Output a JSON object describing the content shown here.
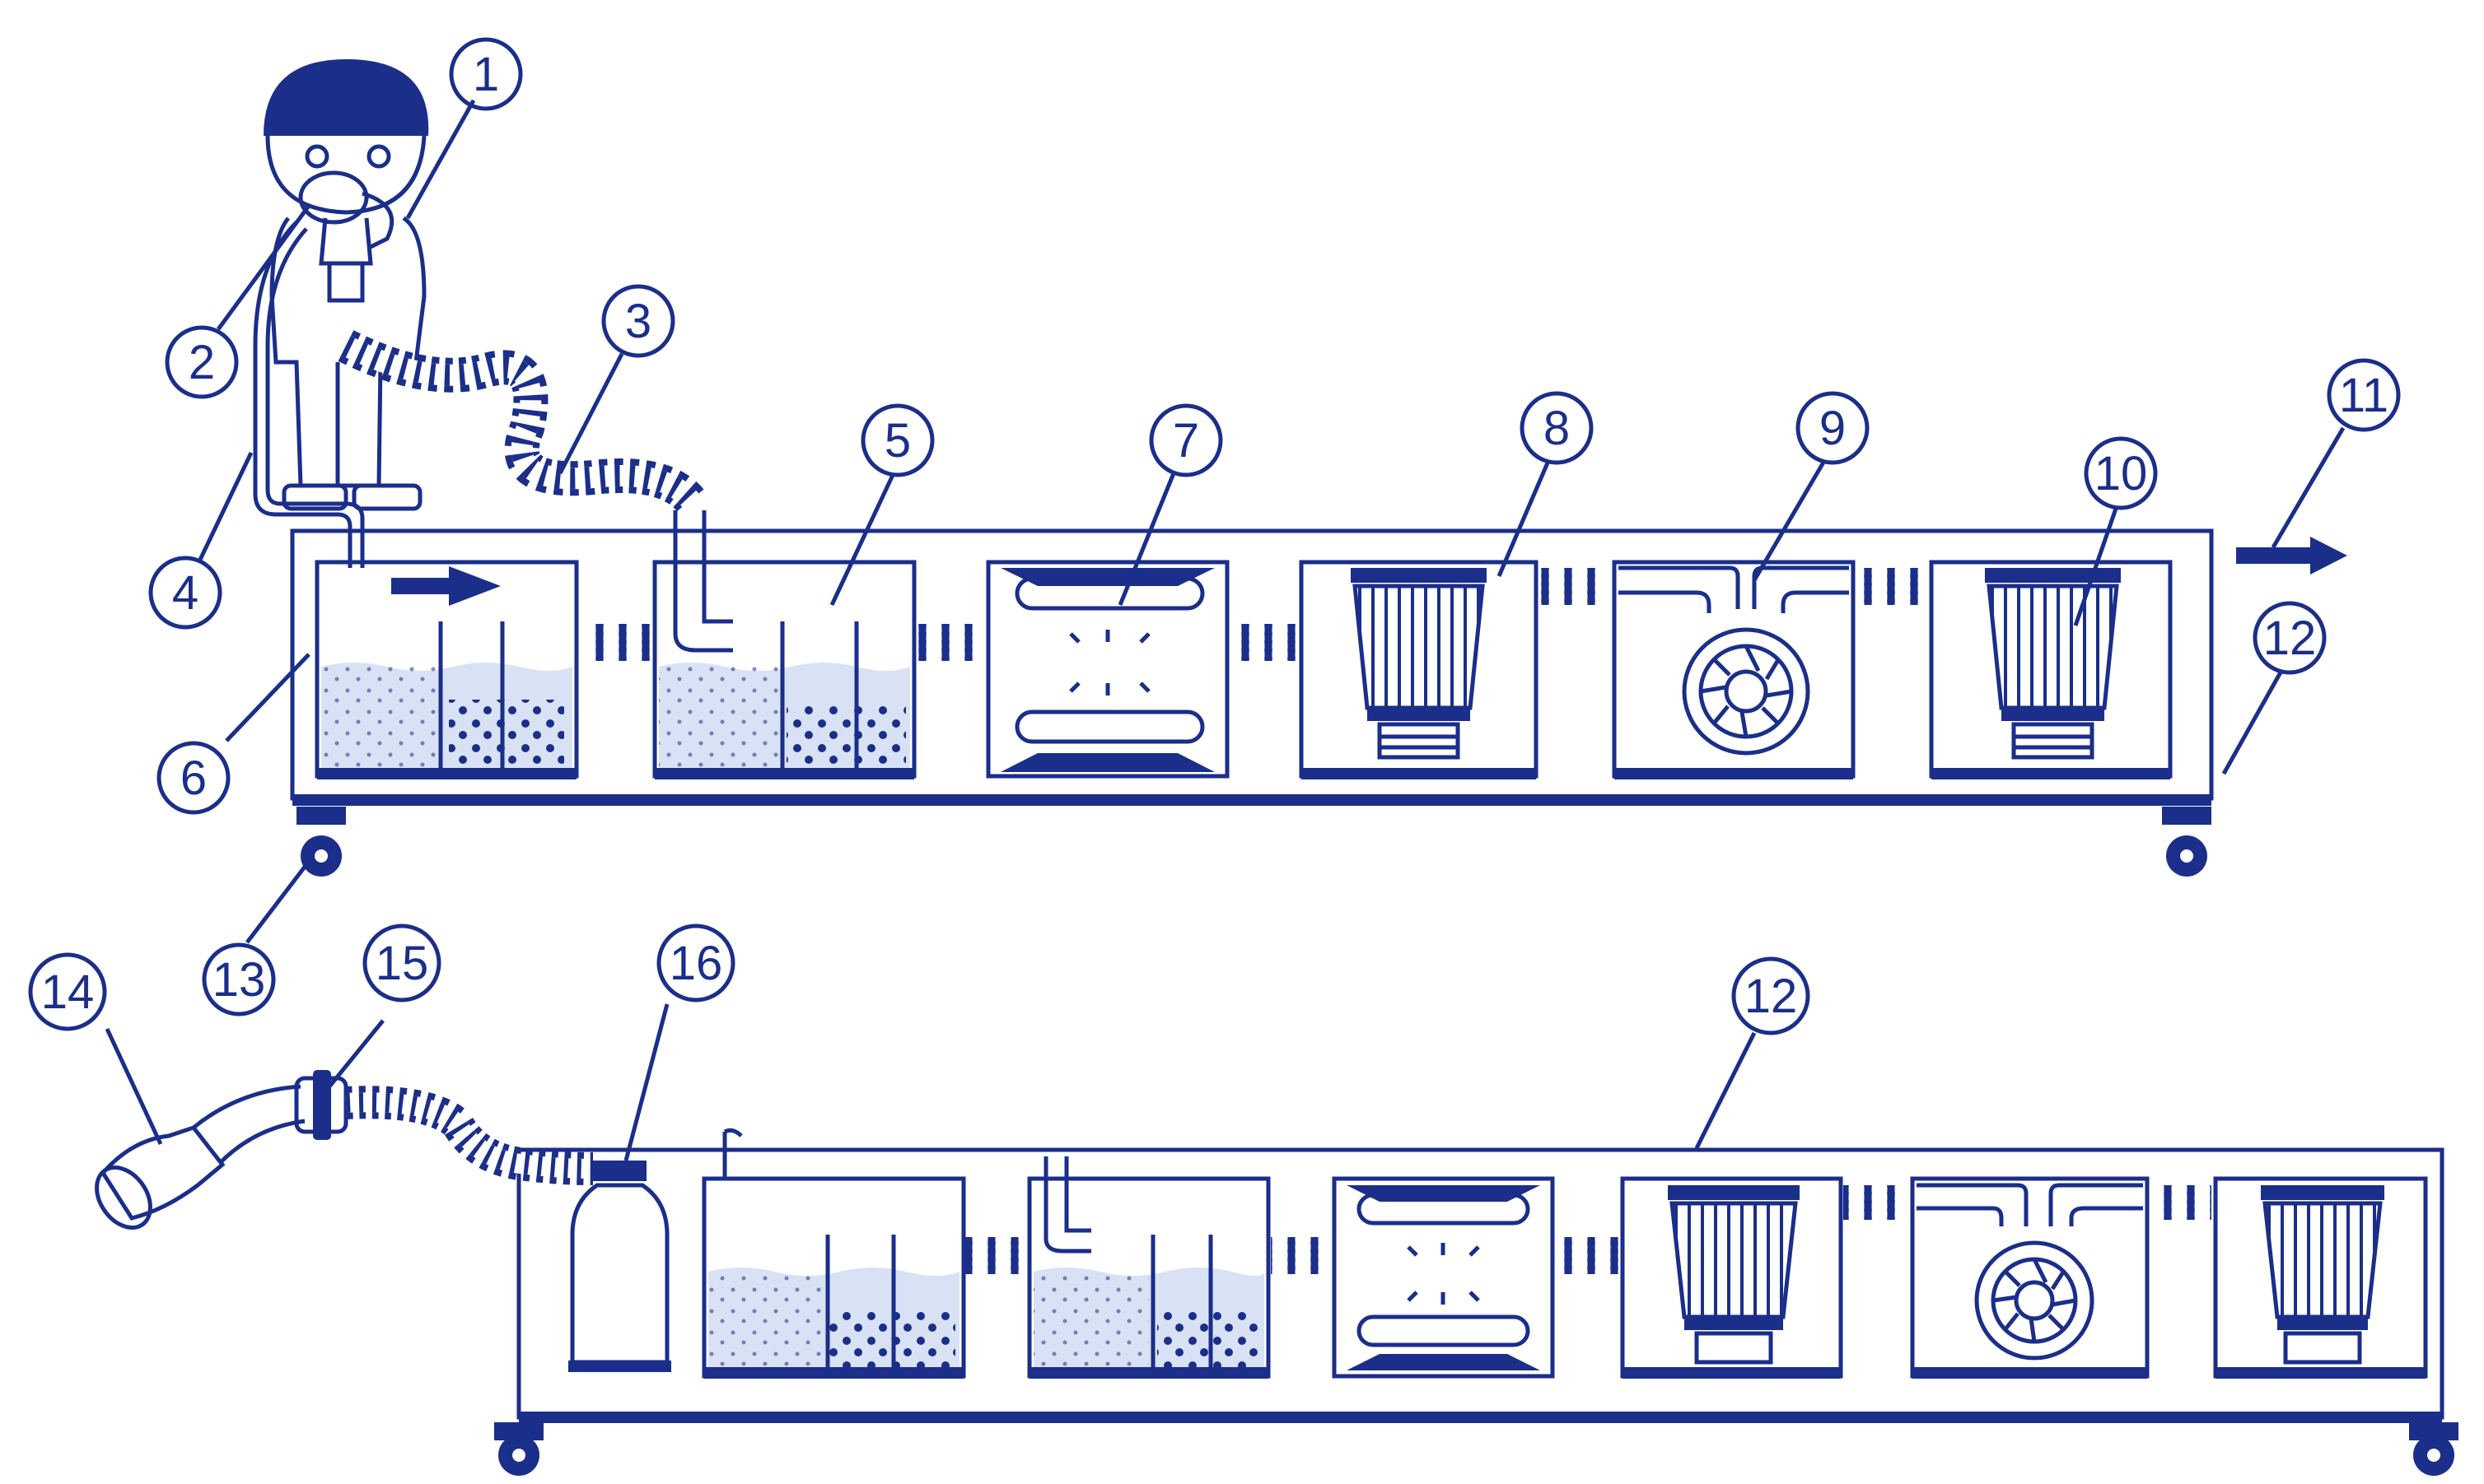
{
  "callouts": {
    "c1": "1",
    "c2": "2",
    "c3": "3",
    "c4": "4",
    "c5": "5",
    "c6": "6",
    "c7": "7",
    "c8": "8",
    "c9": "9",
    "c10": "10",
    "c11": "11",
    "c12a": "12",
    "c13": "13",
    "c14": "14",
    "c15": "15",
    "c16": "16",
    "c12b": "12"
  },
  "colors": {
    "line": "#1a2e8a",
    "liquid": "#d9e2f4",
    "background": "#ffffff"
  },
  "icons": [
    "person-figure",
    "breathing-mask",
    "corrugated-hose",
    "flow-arrow",
    "wash-tank",
    "tube-chamber",
    "cartridge-filter",
    "turbine-pump",
    "outlet-arrow",
    "caster-wheel",
    "suction-funnel",
    "inline-filter",
    "gas-cylinder"
  ]
}
